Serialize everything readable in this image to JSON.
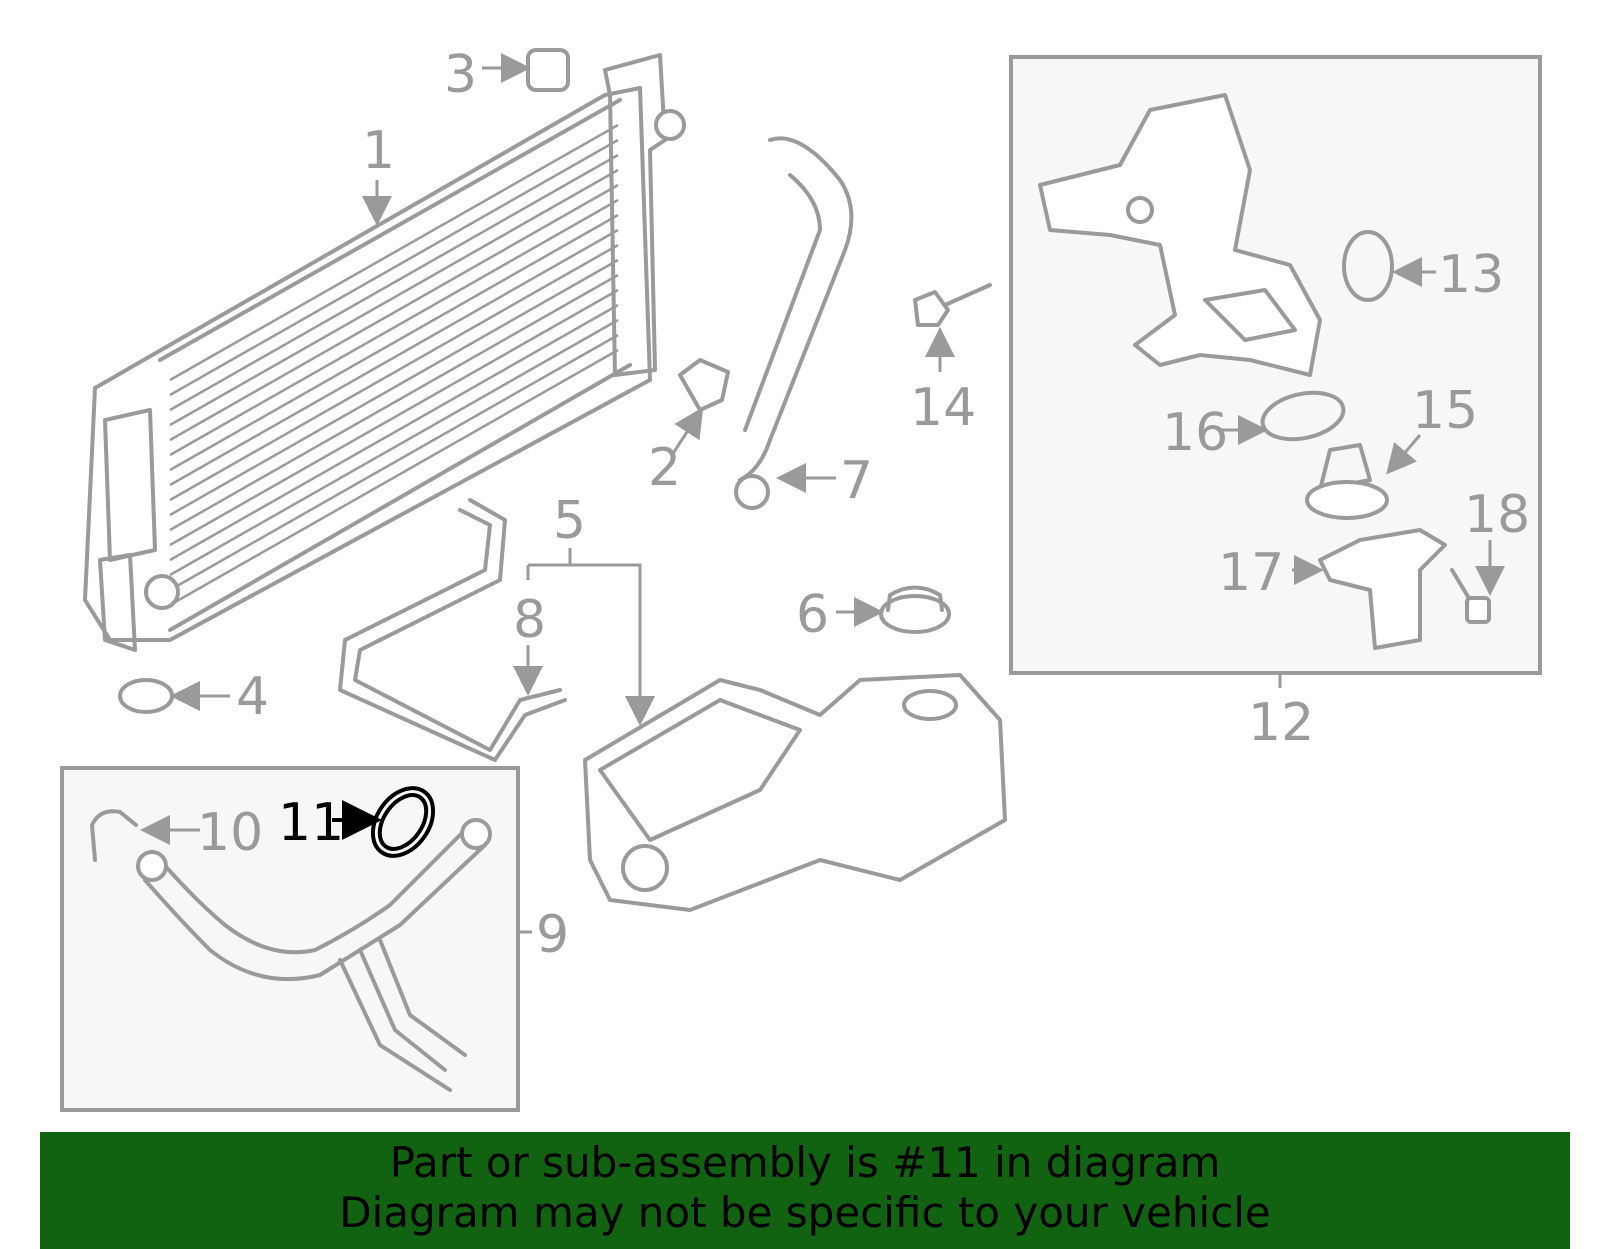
{
  "callouts": [
    "1",
    "2",
    "3",
    "4",
    "5",
    "6",
    "7",
    "8",
    "9",
    "10",
    "11",
    "12",
    "13",
    "14",
    "15",
    "16",
    "17",
    "18"
  ],
  "highlighted_part": "11",
  "colors": {
    "line": "#9a9a9a",
    "highlight": "#000000",
    "banner": "#116211",
    "box_fill": "#f7f7f7"
  },
  "banner": {
    "line1": "Part or sub-assembly is #11 in diagram",
    "line2": "Diagram may not be specific to your vehicle"
  }
}
